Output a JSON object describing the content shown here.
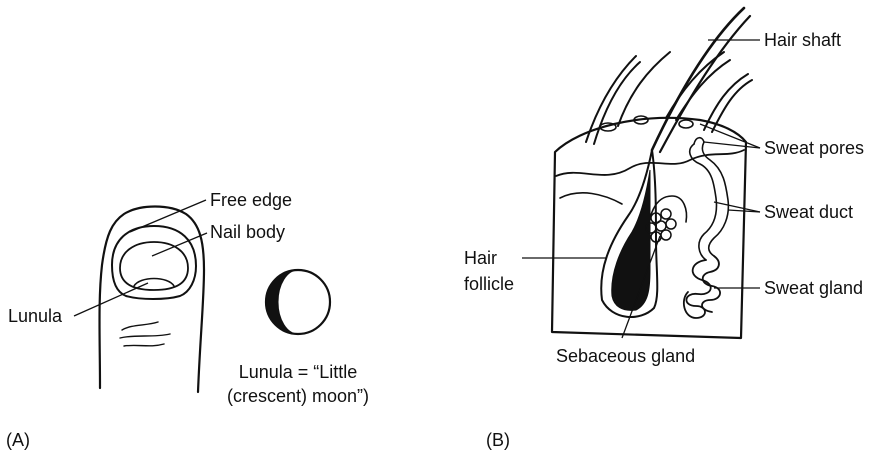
{
  "panel_a": {
    "panel_label": "(A)",
    "labels": {
      "free_edge": "Free edge",
      "nail_body": "Nail body",
      "lunula": "Lunula"
    },
    "caption_line1": "Lunula = “Little",
    "caption_line2": "(crescent) moon”)"
  },
  "panel_b": {
    "panel_label": "(B)",
    "labels": {
      "hair_shaft": "Hair shaft",
      "sweat_pores": "Sweat pores",
      "sweat_duct": "Sweat duct",
      "hair_follicle_line1": "Hair",
      "hair_follicle_line2": "follicle",
      "sweat_gland": "Sweat gland",
      "sebaceous_gland": "Sebaceous gland"
    }
  }
}
